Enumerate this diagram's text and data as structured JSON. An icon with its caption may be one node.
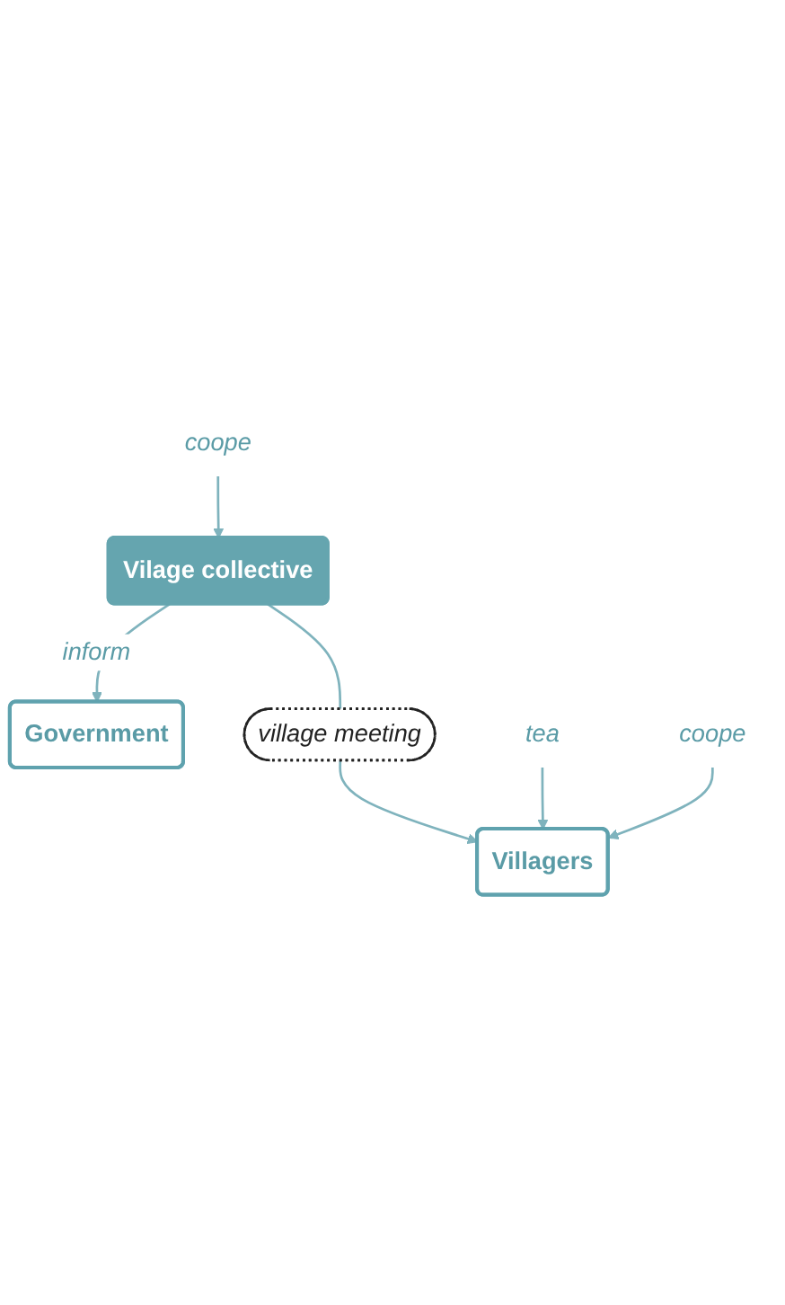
{
  "diagram": {
    "nodes": [
      {
        "text": [
          "Government"
        ]
      },
      {
        "text": [
          "Vilage collective"
        ]
      },
      {
        "text": [
          "village meeting"
        ]
      },
      {
        "text": [
          "Villagers"
        ]
      },
      {
        "text": [
          "coope"
        ]
      },
      {
        "text": [
          "tea"
        ]
      },
      {
        "text": [
          "coope"
        ]
      }
    ],
    "edges": [
      {
        "from": 1,
        "to": 0,
        "arrow": "to",
        "label": "inform"
      },
      {
        "from": 1,
        "to": 2,
        "arrow": "none"
      },
      {
        "from": 2,
        "to": 3,
        "arrow": "to"
      },
      {
        "from": 4,
        "to": 1,
        "arrow": "to"
      },
      {
        "from": 5,
        "to": 3,
        "arrow": "to"
      },
      {
        "from": 6,
        "to": 3,
        "arrow": "to"
      }
    ]
  }
}
